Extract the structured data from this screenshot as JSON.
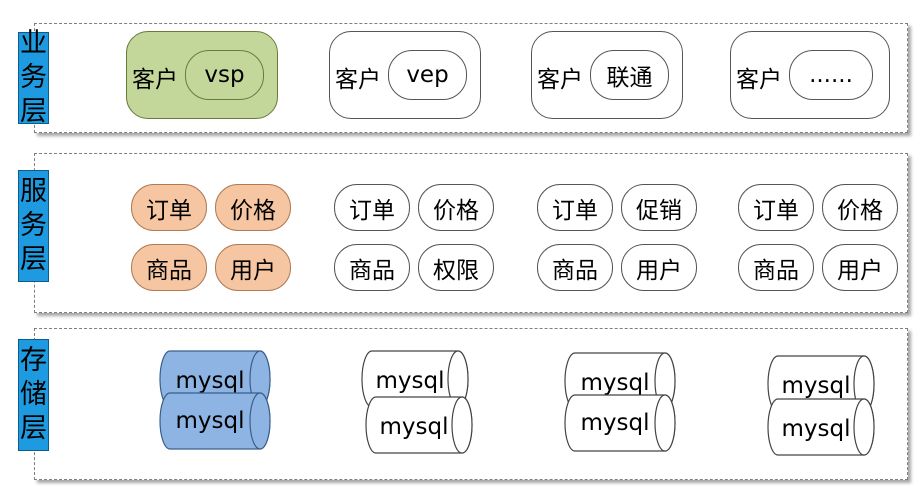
{
  "colors": {
    "label_bg": "#1e9be0",
    "business_highlight": "#c4d79b",
    "service_highlight": "#f6c6a2",
    "storage_highlight": "#8db4e2"
  },
  "layers": {
    "business": {
      "label": [
        "业",
        "务",
        "层"
      ],
      "groups": [
        {
          "client": "客户",
          "channel": "vsp",
          "highlight": true
        },
        {
          "client": "客户",
          "channel": "vep",
          "highlight": false
        },
        {
          "client": "客户",
          "channel": "联通",
          "highlight": false
        },
        {
          "client": "客户",
          "channel": "......",
          "highlight": false
        }
      ]
    },
    "service": {
      "label": [
        "服",
        "务",
        "层"
      ],
      "groups": [
        {
          "items": [
            "订单",
            "价格",
            "商品",
            "用户"
          ],
          "highlight": true
        },
        {
          "items": [
            "订单",
            "价格",
            "商品",
            "权限"
          ],
          "highlight": false
        },
        {
          "items": [
            "订单",
            "促销",
            "商品",
            "用户"
          ],
          "highlight": false
        },
        {
          "items": [
            "订单",
            "价格",
            "商品",
            "用户"
          ],
          "highlight": false
        }
      ]
    },
    "storage": {
      "label": [
        "存",
        "储",
        "层"
      ],
      "groups": [
        {
          "dbs": [
            "mysql",
            "mysql"
          ],
          "highlight": true
        },
        {
          "dbs": [
            "mysql",
            "mysql"
          ],
          "highlight": false
        },
        {
          "dbs": [
            "mysql",
            "mysql"
          ],
          "highlight": false
        },
        {
          "dbs": [
            "mysql",
            "mysql"
          ],
          "highlight": false
        }
      ]
    }
  }
}
